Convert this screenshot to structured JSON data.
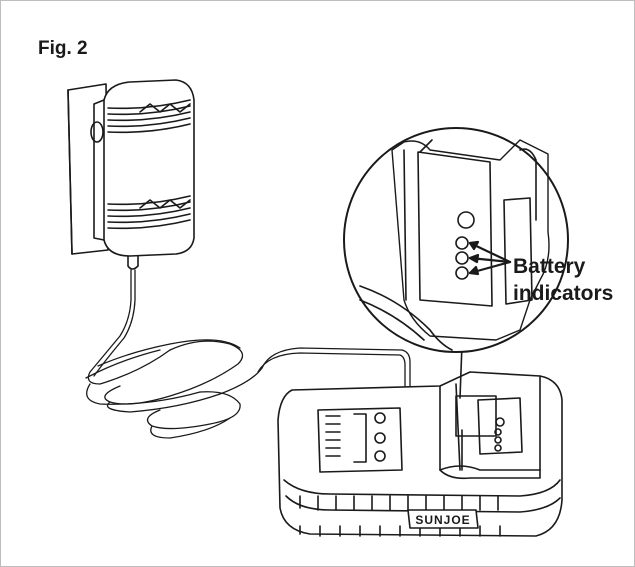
{
  "figure": {
    "label": "Fig. 2",
    "callout_line1": "Battery",
    "callout_line2": "indicators",
    "brand": "SUNJOE"
  },
  "colors": {
    "ink": "#1a1a1a",
    "paper": "#ffffff",
    "border": "#bdbdbd"
  }
}
